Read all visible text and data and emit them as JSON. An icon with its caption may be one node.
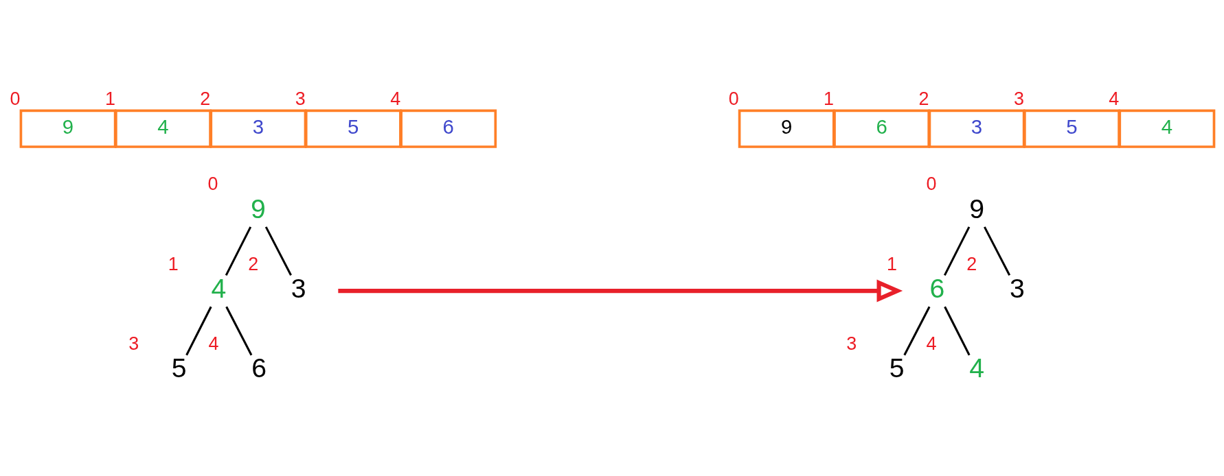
{
  "diagram": {
    "nodes": [
      {
        "text": [
          "9"
        ],
        "beside": [
          "0"
        ]
      },
      {
        "text": [
          "4"
        ],
        "beside": [
          "1"
        ]
      },
      {
        "text": [
          "3"
        ],
        "beside": [
          "2"
        ]
      },
      {
        "text": [
          "5"
        ],
        "beside": [
          "3"
        ]
      },
      {
        "text": [
          "6"
        ],
        "beside": [
          "4"
        ]
      },
      {
        "text": [
          "9"
        ],
        "beside": [
          "0"
        ]
      },
      {
        "text": [
          "6"
        ],
        "beside": [
          "1"
        ]
      },
      {
        "text": [
          "3"
        ],
        "beside": [
          "2"
        ]
      },
      {
        "text": [
          "5"
        ],
        "beside": [
          "3"
        ]
      },
      {
        "text": [
          "4"
        ],
        "beside": [
          "4"
        ]
      },
      {
        "text": [
          "9"
        ],
        "beside": [
          "0"
        ]
      },
      {
        "text": [
          "4"
        ],
        "beside": [
          "1"
        ]
      },
      {
        "text": [
          "3"
        ],
        "beside": [
          "2"
        ]
      },
      {
        "text": [
          "5"
        ],
        "beside": [
          "3"
        ]
      },
      {
        "text": [
          "6"
        ],
        "beside": [
          "4"
        ]
      },
      {
        "text": [
          "9"
        ],
        "beside": [
          "0"
        ]
      },
      {
        "text": [
          "6"
        ],
        "beside": [
          "1"
        ]
      },
      {
        "text": [
          "3"
        ],
        "beside": [
          "2"
        ]
      },
      {
        "text": [
          "5"
        ],
        "beside": [
          "3"
        ]
      },
      {
        "text": [
          "4"
        ],
        "beside": [
          "4"
        ]
      }
    ],
    "edges": [
      {
        "from": 10,
        "to": 11,
        "arrow": "none"
      },
      {
        "from": 10,
        "to": 12,
        "arrow": "none"
      },
      {
        "from": 11,
        "to": 13,
        "arrow": "none"
      },
      {
        "from": 11,
        "to": 14,
        "arrow": "none"
      },
      {
        "from": 15,
        "to": 16,
        "arrow": "none"
      },
      {
        "from": 15,
        "to": 17,
        "arrow": "none"
      },
      {
        "from": 16,
        "to": 18,
        "arrow": "none"
      },
      {
        "from": 16,
        "to": 19,
        "arrow": "none"
      },
      {
        "from": 12,
        "to": 16,
        "arrow": "to",
        "style": "thick",
        "color": "#e8202a"
      }
    ]
  }
}
